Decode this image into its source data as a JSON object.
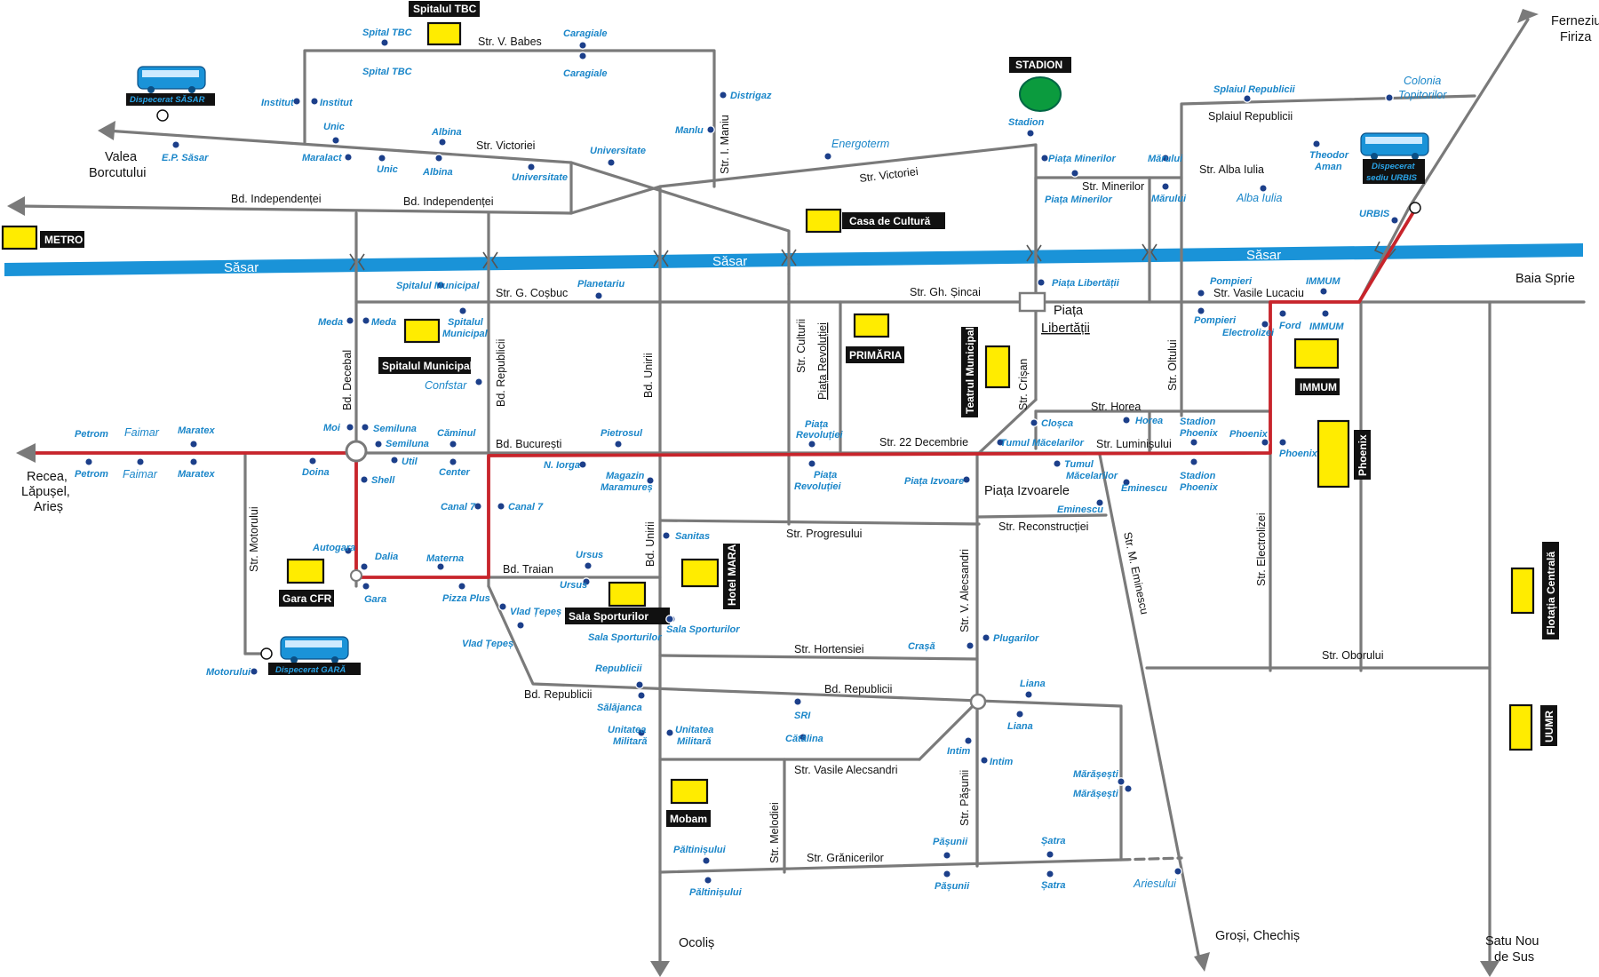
{
  "river": {
    "name": "Săsar"
  },
  "streets": [
    "Str. V. Babes",
    "Str. I. Maniu",
    "Str. Victoriei",
    "Str. Victoriei",
    "Bd. Independenței",
    "Bd. Independenței",
    "Str. G. Coșbuc",
    "Str. Gh. Șincai",
    "Str. Vasile Lucaciu",
    "Bd. Decebal",
    "Bd. Republicii",
    "Bd. Unirii",
    "Str. Culturii",
    "Piața Revoluției",
    "Str. Crișan",
    "Str. Oltului",
    "Str. Horea",
    "Str. 22 Decembrie",
    "Str. Luminișului",
    "Bd. București",
    "Str. Motorului",
    "Bd. Traian",
    "Bd. Unirii",
    "Str. Progresului",
    "Str. Reconstrucției",
    "Str. M. Eminescu",
    "Str. Electrolizei",
    "Str. V. Alecsandri",
    "Str. Hortensiei",
    "Str. Oborului",
    "Bd. Republicii",
    "Bd. Republicii",
    "Str. Vasile Alecsandri",
    "Str. Melodiei",
    "Str. Pășunii",
    "Str. Grănicerilor",
    "Str. Minerilor",
    "Str. Alba Iulia",
    "Splaiul Republicii"
  ],
  "places": {
    "piata_libertatii": [
      "Piața",
      "Libertății"
    ],
    "piata_izvoarele": "Piața Izvoarele"
  },
  "destinations": [
    "Valea",
    "Borcutului",
    "Recea,",
    "Lăpușel,",
    "Arieș",
    "Ocoliș",
    "Groși, Chechiș",
    "Satu Nou",
    "de Sus",
    "Baia Sprie",
    "Ferneziu",
    "Firiza"
  ],
  "landmarks": [
    "Spitalul TBC",
    "STADION",
    "Casa de Cultură",
    "METRO",
    "Spitalul Municipal",
    "PRIMĂRIA",
    "Teatrul Municipal",
    "IMMUM",
    "Phoenix",
    "Gara CFR",
    "Sala Sporturilor",
    "Hotel MARA",
    "Mobam",
    "Flotația Centrală",
    "UUMR"
  ],
  "dispatchers": [
    "Dispecerat SĂSAR",
    "Dispecerat",
    "sediu URBIS",
    "Dispecerat GARĂ"
  ],
  "stops": [
    "Spital TBC",
    "Spital TBC",
    "Caragiale",
    "Caragiale",
    "Institut",
    "Institut",
    "Distrigaz",
    "Manlu",
    "Unic",
    "Albina",
    "Maralact",
    "Unic",
    "Albina",
    "Universitate",
    "Universitate",
    "E.P. Săsar",
    "Energoterm",
    "Stadion",
    "Splaiul Republicii",
    "Colonia",
    "Topitorilor",
    "Piața Minerilor",
    "Piața Minerilor",
    "Mărului",
    "Mărului",
    "Theodor",
    "Aman",
    "Alba Iulia",
    "URBIS",
    "Spitalul Municipal",
    "Planetariu",
    "Piața Libertății",
    "Pompieri",
    "IMMUM",
    "Pompieri",
    "Electrolizei",
    "Ford",
    "IMMUM",
    "Meda",
    "Meda",
    "Spitalul",
    "Municipal",
    "Confstar",
    "Moi",
    "Semiluna",
    "Semiluna",
    "Căminul",
    "Pietrosul",
    "Petrom",
    "Faimar",
    "Maratex",
    "Petrom",
    "Faimar",
    "Maratex",
    "Doina",
    "Util",
    "Center",
    "Shell",
    "N. Iorga",
    "Magazin",
    "Maramureș",
    "Piața",
    "Revoluției",
    "Piața",
    "Revoluției",
    "Cloșca",
    "Horea",
    "Stadion",
    "Phoenix",
    "Phoenix",
    "Tumul Măcelarilor",
    "Tumul",
    "Măcelarilor",
    "Phoenix",
    "Eminescu",
    "Stadion",
    "Phoenix",
    "Piața Izvoare",
    "Eminescu",
    "Canal 7",
    "Canal 7",
    "Sanitas",
    "Autogara",
    "Dalia",
    "Materna",
    "Ursus",
    "Ursus",
    "Gara",
    "Pizza Plus",
    "Vlad Țepeș",
    "Vlad Țepeș",
    "Sala Sporturilor",
    "Sala Sporturilor",
    "Crașă",
    "Plugarilor",
    "Motorului",
    "Republicii",
    "Sălăjanca",
    "SRI",
    "Liana",
    "Liana",
    "Unitatea",
    "Militară",
    "Unitatea",
    "Militară",
    "Cătălina",
    "Intim",
    "Intim",
    "Mărășești",
    "Mărășești",
    "Păltinișului",
    "Păltinișului",
    "Pășunii",
    "Pășunii",
    "Șatra",
    "Șatra",
    "Ariesului"
  ]
}
